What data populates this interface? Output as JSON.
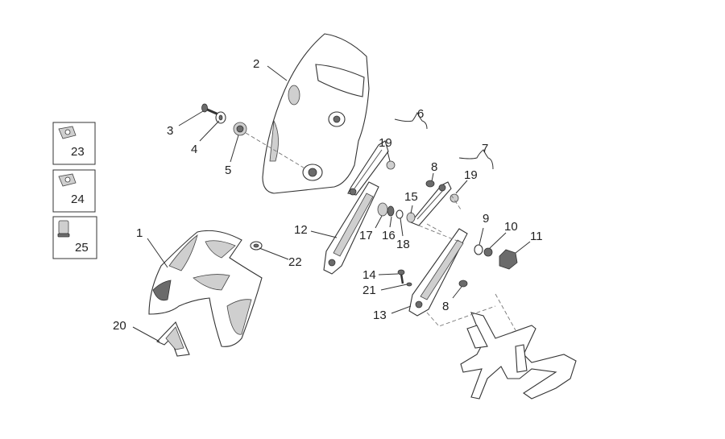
{
  "diagram": {
    "callouts": [
      {
        "id": "c1",
        "label": "1"
      },
      {
        "id": "c2",
        "label": "2"
      },
      {
        "id": "c3",
        "label": "3"
      },
      {
        "id": "c4",
        "label": "4"
      },
      {
        "id": "c5",
        "label": "5"
      },
      {
        "id": "c6",
        "label": "6"
      },
      {
        "id": "c7",
        "label": "7"
      },
      {
        "id": "c8a",
        "label": "8"
      },
      {
        "id": "c8b",
        "label": "8"
      },
      {
        "id": "c9",
        "label": "9"
      },
      {
        "id": "c10",
        "label": "10"
      },
      {
        "id": "c11",
        "label": "11"
      },
      {
        "id": "c12",
        "label": "12"
      },
      {
        "id": "c13",
        "label": "13"
      },
      {
        "id": "c14",
        "label": "14"
      },
      {
        "id": "c15",
        "label": "15"
      },
      {
        "id": "c16",
        "label": "16"
      },
      {
        "id": "c17",
        "label": "17"
      },
      {
        "id": "c18",
        "label": "18"
      },
      {
        "id": "c19a",
        "label": "19"
      },
      {
        "id": "c19b",
        "label": "19"
      },
      {
        "id": "c20",
        "label": "20"
      },
      {
        "id": "c21",
        "label": "21"
      },
      {
        "id": "c22",
        "label": "22"
      }
    ],
    "legend_boxes": [
      {
        "label": "23",
        "icon": "clip-nut-icon"
      },
      {
        "label": "24",
        "icon": "clip-nut-icon"
      },
      {
        "label": "25",
        "icon": "spacer-bushing-icon"
      }
    ]
  }
}
